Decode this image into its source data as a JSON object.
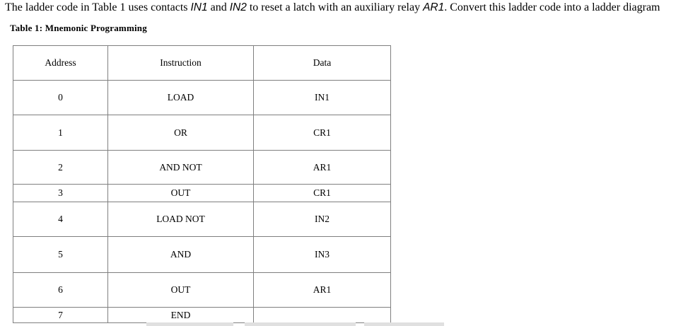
{
  "intro": {
    "t1": "The ladder code in Table 1 uses contacts ",
    "in1": "IN1",
    "t2": " and ",
    "in2": "IN2",
    "t3": " to reset a latch with an auxiliary relay ",
    "ar1": "AR1",
    "t4": ". Convert this ladder code into a ladder diagram"
  },
  "caption": "Table 1: Mnemonic Programming",
  "table": {
    "headers": [
      "Address",
      "Instruction",
      "Data"
    ],
    "rows": [
      {
        "address": "0",
        "instruction": "LOAD",
        "data": "IN1"
      },
      {
        "address": "1",
        "instruction": "OR",
        "data": "CR1"
      },
      {
        "address": "2",
        "instruction": "AND NOT",
        "data": "AR1"
      },
      {
        "address": "3",
        "instruction": "OUT",
        "data": "CR1"
      },
      {
        "address": "4",
        "instruction": "LOAD NOT",
        "data": "IN2"
      },
      {
        "address": "5",
        "instruction": "AND",
        "data": "IN3"
      },
      {
        "address": "6",
        "instruction": "OUT",
        "data": "AR1"
      },
      {
        "address": "7",
        "instruction": "END",
        "data": ""
      }
    ]
  },
  "colors": {
    "table-border": "#7f7f7f",
    "partial-bar": "#e0e0e0",
    "text": "#000000",
    "background": "#ffffff"
  }
}
